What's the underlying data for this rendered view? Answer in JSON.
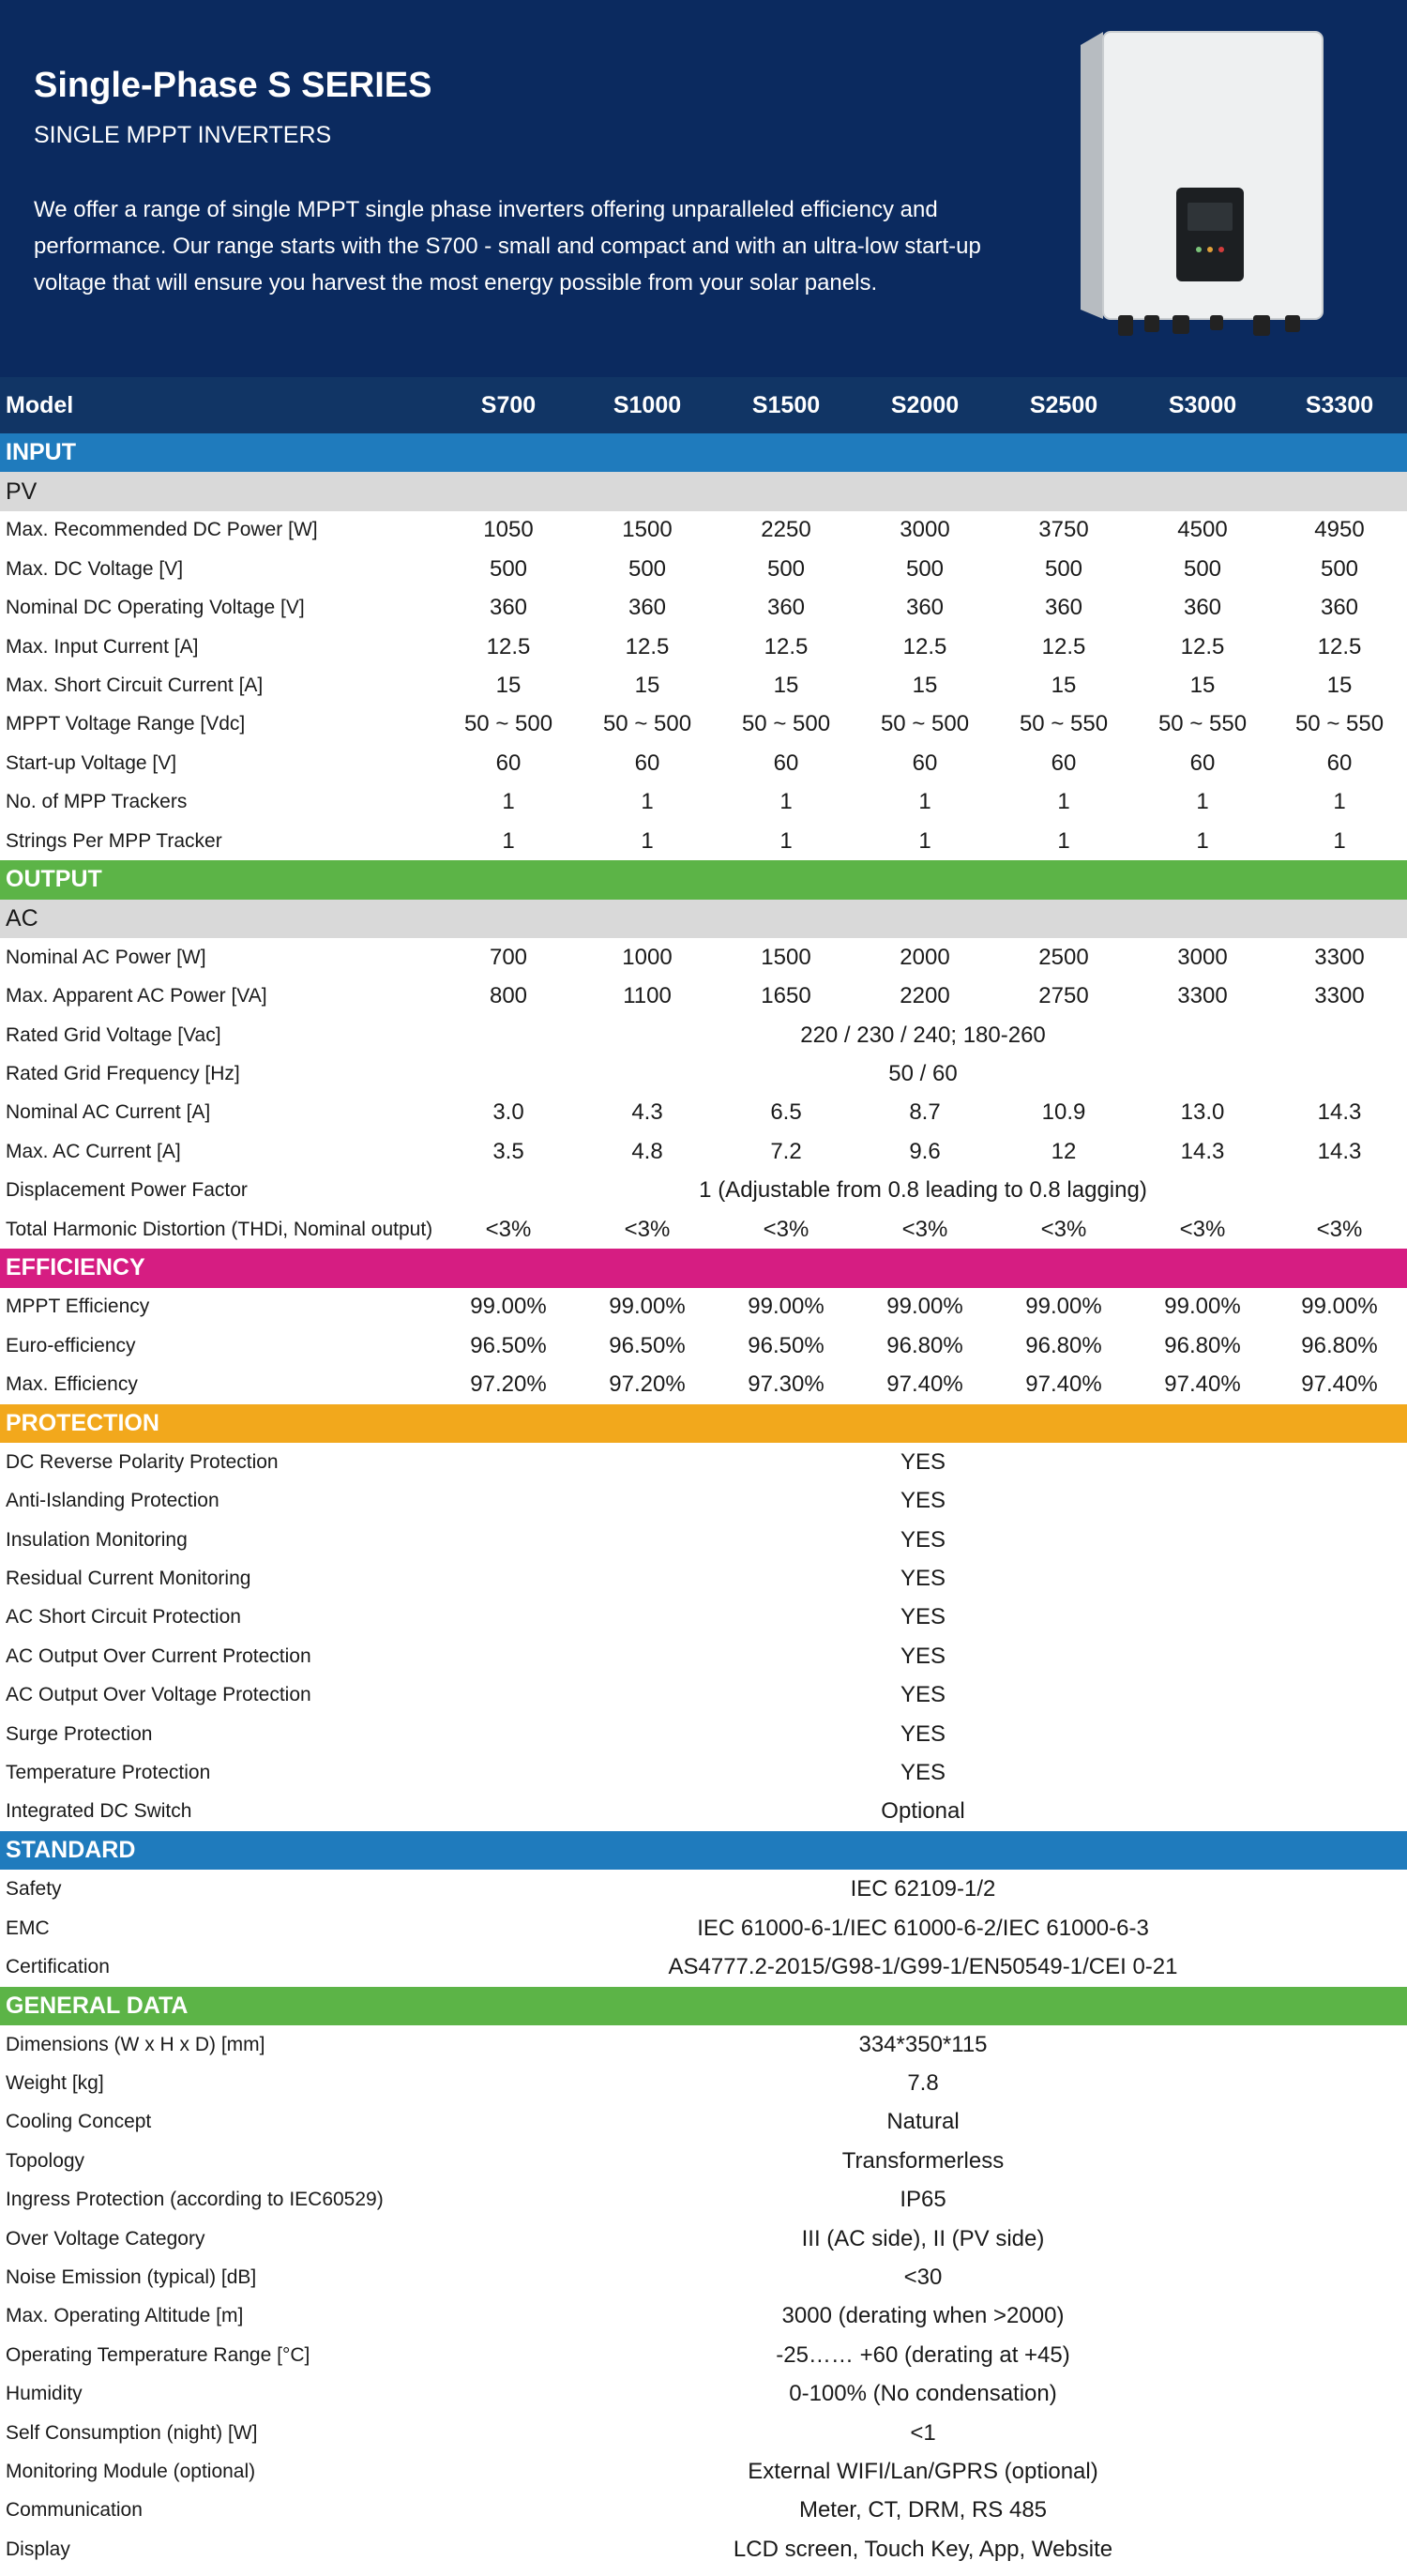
{
  "header": {
    "title": "Single-Phase S SERIES",
    "subtitle": "SINGLE MPPT INVERTERS",
    "description": "We offer a range of single MPPT single phase inverters offering unparalleled efficiency and performance. Our range starts with the S700 - small and compact and with an ultra-low start-up voltage that will ensure you harvest the most energy possible from your solar panels."
  },
  "table": {
    "model_label": "Model",
    "models": [
      "S700",
      "S1000",
      "S1500",
      "S2000",
      "S2500",
      "S3000",
      "S3300"
    ],
    "sections": [
      {
        "title": "INPUT",
        "color": "#1f7bbd",
        "cls": "c-input",
        "subheader": "PV",
        "rows": [
          {
            "label": "Max. Recommended DC Power [W]",
            "values": [
              "1050",
              "1500",
              "2250",
              "3000",
              "3750",
              "4500",
              "4950"
            ]
          },
          {
            "label": "Max. DC Voltage [V]",
            "values": [
              "500",
              "500",
              "500",
              "500",
              "500",
              "500",
              "500"
            ]
          },
          {
            "label": "Nominal DC Operating Voltage [V]",
            "values": [
              "360",
              "360",
              "360",
              "360",
              "360",
              "360",
              "360"
            ]
          },
          {
            "label": "Max. Input Current [A]",
            "values": [
              "12.5",
              "12.5",
              "12.5",
              "12.5",
              "12.5",
              "12.5",
              "12.5"
            ]
          },
          {
            "label": "Max. Short Circuit Current [A]",
            "values": [
              "15",
              "15",
              "15",
              "15",
              "15",
              "15",
              "15"
            ]
          },
          {
            "label": "MPPT Voltage Range [Vdc]",
            "values": [
              "50 ~ 500",
              "50 ~ 500",
              "50 ~ 500",
              "50 ~ 500",
              "50 ~ 550",
              "50 ~ 550",
              "50 ~ 550"
            ]
          },
          {
            "label": "Start-up Voltage [V]",
            "values": [
              "60",
              "60",
              "60",
              "60",
              "60",
              "60",
              "60"
            ]
          },
          {
            "label": "No. of MPP Trackers",
            "values": [
              "1",
              "1",
              "1",
              "1",
              "1",
              "1",
              "1"
            ]
          },
          {
            "label": "Strings Per MPP Tracker",
            "values": [
              "1",
              "1",
              "1",
              "1",
              "1",
              "1",
              "1"
            ]
          }
        ]
      },
      {
        "title": "OUTPUT",
        "color": "#5cb447",
        "cls": "c-output",
        "subheader": "AC",
        "rows": [
          {
            "label": "Nominal AC Power [W]",
            "values": [
              "700",
              "1000",
              "1500",
              "2000",
              "2500",
              "3000",
              "3300"
            ]
          },
          {
            "label": "Max. Apparent AC Power [VA]",
            "values": [
              "800",
              "1100",
              "1650",
              "2200",
              "2750",
              "3300",
              "3300"
            ]
          },
          {
            "label": "Rated Grid Voltage [Vac]",
            "span": "220 / 230 / 240; 180-260"
          },
          {
            "label": "Rated Grid Frequency [Hz]",
            "span": "50 / 60"
          },
          {
            "label": "Nominal AC Current [A]",
            "values": [
              "3.0",
              "4.3",
              "6.5",
              "8.7",
              "10.9",
              "13.0",
              "14.3"
            ]
          },
          {
            "label": "Max. AC Current [A]",
            "values": [
              "3.5",
              "4.8",
              "7.2",
              "9.6",
              "12",
              "14.3",
              "14.3"
            ]
          },
          {
            "label": "Displacement Power Factor",
            "span": "1 (Adjustable from 0.8 leading to 0.8 lagging)"
          },
          {
            "label": "Total Harmonic Distortion (THDi, Nominal output)",
            "values": [
              "<3%",
              "<3%",
              "<3%",
              "<3%",
              "<3%",
              "<3%",
              "<3%"
            ]
          }
        ]
      },
      {
        "title": "EFFICIENCY",
        "color": "#d61d82",
        "cls": "c-eff",
        "rows": [
          {
            "label": "MPPT Efficiency",
            "values": [
              "99.00%",
              "99.00%",
              "99.00%",
              "99.00%",
              "99.00%",
              "99.00%",
              "99.00%"
            ]
          },
          {
            "label": "Euro-efficiency",
            "values": [
              "96.50%",
              "96.50%",
              "96.50%",
              "96.80%",
              "96.80%",
              "96.80%",
              "96.80%"
            ]
          },
          {
            "label": "Max. Efficiency",
            "values": [
              "97.20%",
              "97.20%",
              "97.30%",
              "97.40%",
              "97.40%",
              "97.40%",
              "97.40%"
            ]
          }
        ]
      },
      {
        "title": "PROTECTION",
        "color": "#f2a81c",
        "cls": "c-prot",
        "rows": [
          {
            "label": "DC Reverse Polarity Protection",
            "span": "YES"
          },
          {
            "label": "Anti-Islanding Protection",
            "span": "YES"
          },
          {
            "label": "Insulation Monitoring",
            "span": "YES"
          },
          {
            "label": "Residual Current Monitoring",
            "span": "YES"
          },
          {
            "label": "AC Short Circuit Protection",
            "span": "YES"
          },
          {
            "label": "AC Output Over Current Protection",
            "span": "YES"
          },
          {
            "label": "AC Output Over Voltage Protection",
            "span": "YES"
          },
          {
            "label": "Surge Protection",
            "span": "YES"
          },
          {
            "label": "Temperature Protection",
            "span": "YES"
          },
          {
            "label": "Integrated DC Switch",
            "span": "Optional"
          }
        ]
      },
      {
        "title": "STANDARD",
        "color": "#1f7bbd",
        "cls": "c-std",
        "rows": [
          {
            "label": "Safety",
            "span": "IEC 62109-1/2"
          },
          {
            "label": "EMC",
            "span": "IEC 61000-6-1/IEC 61000-6-2/IEC 61000-6-3"
          },
          {
            "label": "Certification",
            "span": "AS4777.2-2015/G98-1/G99-1/EN50549-1/CEI 0-21"
          }
        ]
      },
      {
        "title": "GENERAL DATA",
        "color": "#5cb447",
        "cls": "c-gen",
        "rows": [
          {
            "label": "Dimensions (W x H x D) [mm]",
            "span": "334*350*115"
          },
          {
            "label": "Weight [kg]",
            "span": "7.8"
          },
          {
            "label": "Cooling Concept",
            "span": "Natural"
          },
          {
            "label": "Topology",
            "span": "Transformerless"
          },
          {
            "label": "Ingress Protection (according to IEC60529)",
            "span": "IP65"
          },
          {
            "label": "Over Voltage Category",
            "span": "III (AC side), II (PV side)"
          },
          {
            "label": "Noise Emission (typical) [dB]",
            "span": "<30"
          },
          {
            "label": "Max. Operating Altitude [m]",
            "span": "3000 (derating when >2000)"
          },
          {
            "label": "Operating Temperature Range [°C]",
            "span": "-25…… +60 (derating at +45)"
          },
          {
            "label": "Humidity",
            "span": "0-100% (No condensation)"
          },
          {
            "label": "Self Consumption (night) [W]",
            "span": "<1"
          },
          {
            "label": "Monitoring Module (optional)",
            "span": "External WIFI/Lan/GPRS (optional)"
          },
          {
            "label": "Communication",
            "span": "Meter, CT, DRM, RS 485"
          },
          {
            "label": "Display",
            "span": "LCD screen, Touch Key, App, Website"
          }
        ]
      }
    ]
  }
}
